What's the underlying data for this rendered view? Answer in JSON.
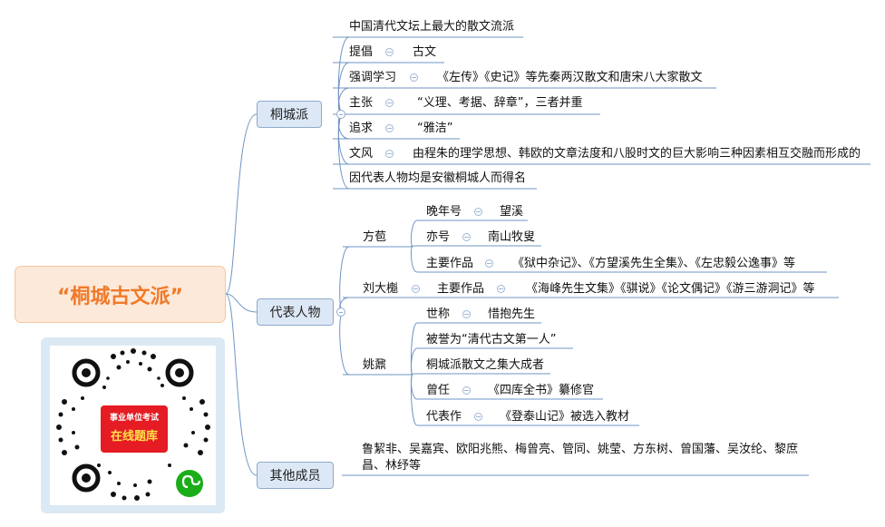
{
  "root": {
    "title": "“桐城古文派”"
  },
  "branches": {
    "tongcheng": {
      "label": "桐城派"
    },
    "figures": {
      "label": "代表人物"
    },
    "others": {
      "label": "其他成员"
    }
  },
  "tongcheng": {
    "n1": "中国清代文坛上最大的散文流派",
    "n2_key": "提倡",
    "n2_val": "古文",
    "n3_key": "强调学习",
    "n3_val": "《左传》《史记》等先秦两汉散文和唐宋八大家散文",
    "n4_key": "主张",
    "n4_val": "“义理、考据、辞章”，三者并重",
    "n5_key": "追求",
    "n5_val": "“雅洁”",
    "n6_key": "文风",
    "n6_val": "由程朱的理学思想、韩欧的文章法度和八股时文的巨大影响三种因素相互交融而形成的",
    "n7": "因代表人物均是安徽桐城人而得名"
  },
  "figures": {
    "fangbao": {
      "name": "方苞",
      "late_key": "晚年号",
      "late_val": "望溪",
      "alias_key": "亦号",
      "alias_val": "南山牧叟",
      "works_key": "主要作品",
      "works_val": "《狱中杂记》、《方望溪先生全集》、《左忠毅公逸事》等"
    },
    "liudakui": {
      "name": "刘大櫆",
      "works_key": "主要作品",
      "works_val": "《海峰先生文集》《骐说》《论文偶记》《游三游洞记》等"
    },
    "yaonai": {
      "name": "姚鼐",
      "title_key": "世称",
      "title_val": "惜抱先生",
      "praise": "被誉为“清代古文第一人”",
      "achieve": "桐城派散文之集大成者",
      "role_key": "曾任",
      "role_val": "《四库全书》纂修官",
      "rep_key": "代表作",
      "rep_val": "《登泰山记》被选入教材"
    }
  },
  "others": {
    "list": "鲁絜非、吴嘉宾、欧阳兆熊、梅曾亮、管同、姚莹、方东树、曾国藩、吴汝纶、黎庶昌、林纾等"
  },
  "qr": {
    "line1": "事业单位考试",
    "line2": "在线题库"
  },
  "colors": {
    "link": "#6f95c4",
    "root_fill": "#fde9d9",
    "root_text": "#f07a2a",
    "branch_fill": "#dce8f5",
    "qr_red": "#e51c23"
  }
}
